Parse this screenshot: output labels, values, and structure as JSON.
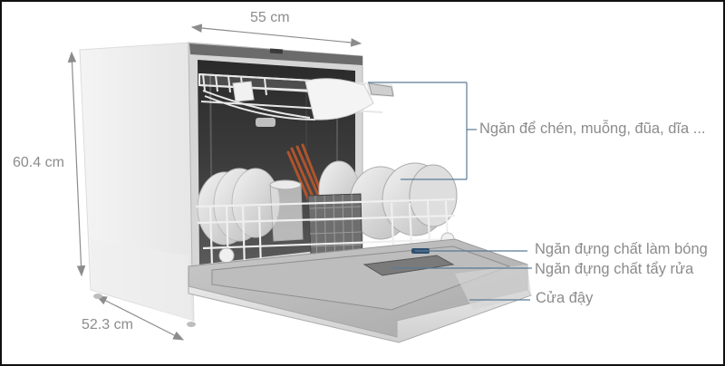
{
  "figure": {
    "subject": "Countertop dishwasher with open door",
    "colors": {
      "frame": "#111111",
      "background": "#ffffff",
      "label_text": "#8a8a8a",
      "leader_line": "#5a7a96",
      "dimension_arrow": "#8c8c8c"
    }
  },
  "dimensions": {
    "width": {
      "label": "55 cm"
    },
    "height": {
      "label": "60.4 cm"
    },
    "depth": {
      "label": "52.3 cm"
    }
  },
  "callouts": [
    {
      "id": "upper-rack",
      "label": "Ngăn để chén, muỗng, đũa, dĩa ..."
    },
    {
      "id": "rinse-aid",
      "label": "Ngăn đựng chất làm bóng"
    },
    {
      "id": "detergent",
      "label": "Ngăn đựng chất tẩy rửa"
    },
    {
      "id": "door",
      "label": "Cửa đậy"
    }
  ]
}
